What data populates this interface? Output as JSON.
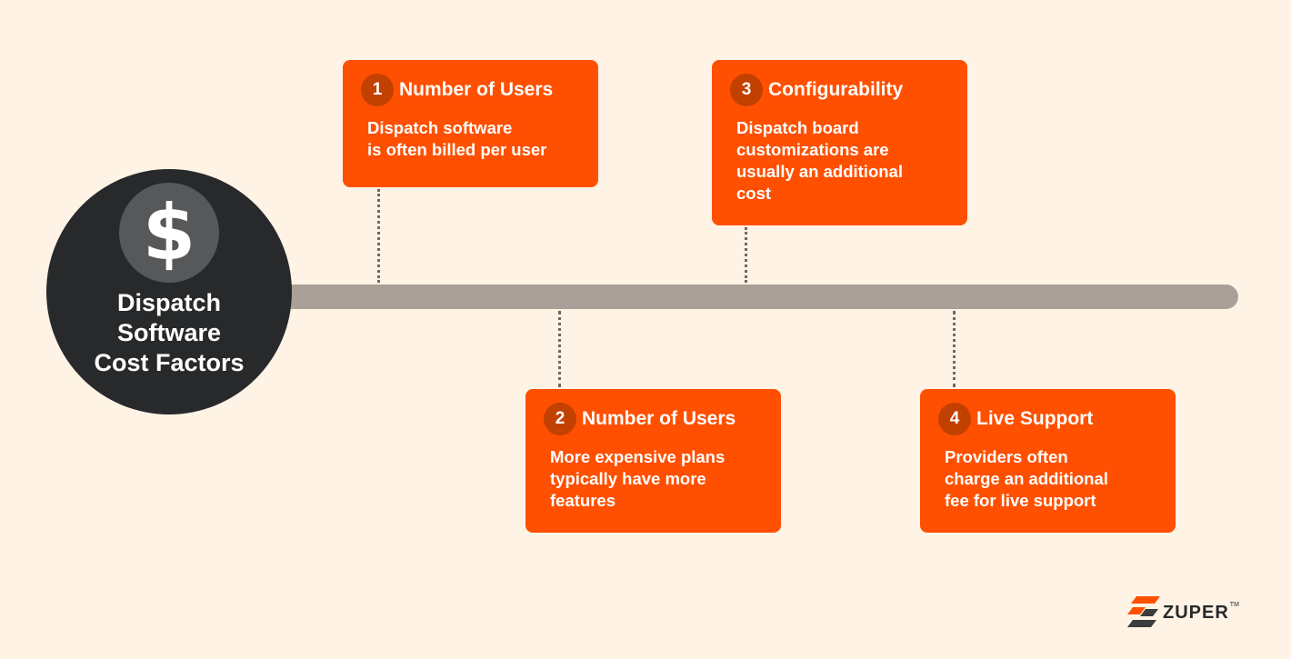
{
  "hub": {
    "icon": "dollar-sign-icon",
    "icon_glyph": "$",
    "title_lines": [
      "Dispatch",
      "Software",
      "Cost Factors"
    ]
  },
  "cards": [
    {
      "number": "1",
      "title": "Number of Users",
      "body_lines": [
        "Dispatch software",
        "is often billed per user"
      ],
      "position": "above"
    },
    {
      "number": "2",
      "title": "Number of Users",
      "body_lines": [
        "More expensive plans",
        "typically have more",
        "features"
      ],
      "position": "below"
    },
    {
      "number": "3",
      "title": "Configurability",
      "body_lines": [
        "Dispatch board",
        "customizations are",
        "usually an additional",
        "cost"
      ],
      "position": "above"
    },
    {
      "number": "4",
      "title": "Live Support",
      "body_lines": [
        "Providers often",
        "charge an additional",
        "fee for live support"
      ],
      "position": "below"
    }
  ],
  "logo": {
    "text": "ZUPER",
    "trademark": "TM"
  },
  "colors": {
    "background": "#fef3e4",
    "accent": "#fe5000",
    "badge": "#c24000",
    "hub": "#27292b",
    "timeline": "#a9a097"
  }
}
